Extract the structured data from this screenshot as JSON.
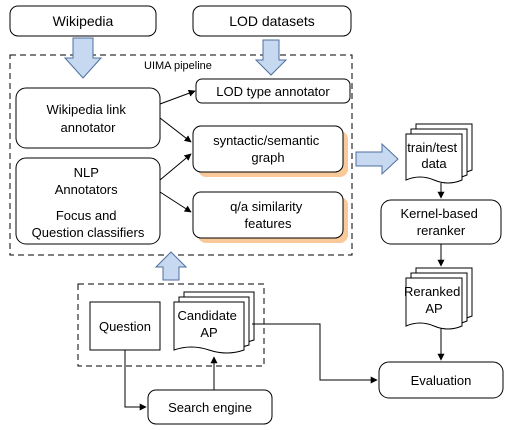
{
  "sources": {
    "wikipedia": "Wikipedia",
    "lod_datasets": "LOD datasets"
  },
  "pipeline": {
    "label": "UIMA pipeline",
    "wikipedia_link_annotator": [
      "Wikipedia link",
      "annotator"
    ],
    "nlp_annotators": [
      "NLP",
      "Annotators",
      "",
      "Focus and",
      "Question classifiers"
    ],
    "lod_type_annotator": "LOD type annotator",
    "graph": [
      "syntactic/semantic",
      "graph"
    ],
    "similarity_features": [
      "q/a similarity",
      "features"
    ]
  },
  "reranking": {
    "train_test_data": [
      "train/test",
      "data"
    ],
    "kernel_reranker": [
      "Kernel-based",
      "reranker"
    ],
    "reranked_ap": [
      "Reranked",
      "AP"
    ],
    "evaluation": "Evaluation"
  },
  "retrieval": {
    "question": "Question",
    "candidate_ap": [
      "Candidate",
      "AP"
    ],
    "search_engine": "Search engine"
  },
  "colors": {
    "orange_shadow": "#f9c99a",
    "block_arrow_fill": "#c6d9f1",
    "block_arrow_stroke": "#4f6f9f"
  }
}
